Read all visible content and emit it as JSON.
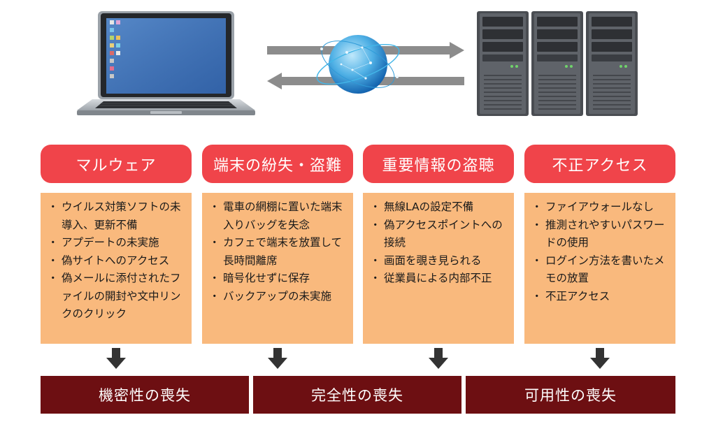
{
  "categories": [
    {
      "label": "マルウェア",
      "items": [
        "ウイルス対策ソフトの未導入、更新不備",
        "アプデートの未実施",
        "偽サイトへのアクセス",
        "偽メールに添付されたファイルの開封や文中リンクのクリック"
      ]
    },
    {
      "label": "端末の紛失・盗難",
      "items": [
        "電車の網棚に置いた端末入りバッグを失念",
        "カフェで端末を放置して長時間離席",
        "暗号化せずに保存",
        "バックアップの未実施"
      ]
    },
    {
      "label": "重要情報の盗聴",
      "items": [
        "無線LAの設定不備",
        "偽アクセスポイントへの接続",
        "画面を覗き見られる",
        "従業員による内部不正"
      ]
    },
    {
      "label": "不正アクセス",
      "items": [
        "ファイアウォールなし",
        "推測されやすいパスワードの使用",
        "ログイン方法を書いたメモの放置",
        "不正アクセス"
      ]
    }
  ],
  "results": [
    "機密性の喪失",
    "完全性の喪失",
    "可用性の喪失"
  ],
  "colors": {
    "header": "#f0444a",
    "box": "#f9b97d",
    "result": "#6d0f12",
    "arrow": "#333333"
  },
  "icons": [
    "laptop-icon",
    "globe-network-icon",
    "server-tower-icon",
    "down-arrow-icon"
  ]
}
